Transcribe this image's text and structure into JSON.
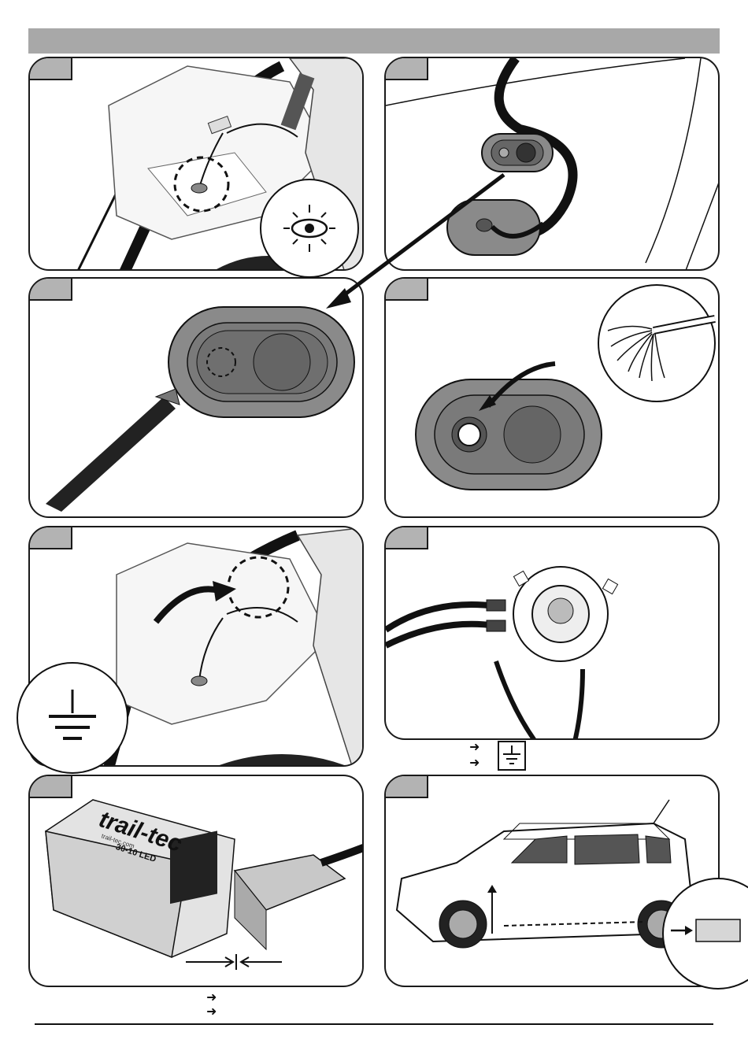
{
  "steps": {
    "s1": "",
    "s2": "",
    "s3": "",
    "s4": "",
    "s5": "",
    "s6": "",
    "s7": "",
    "s8": ""
  },
  "module": {
    "brand": "trail-tec",
    "model": "30-10 LED",
    "website": "trail-tec.com"
  },
  "car_callout_box": "",
  "icons": [
    "eye-icon",
    "ground-symbol-icon",
    "arrow-icon",
    "cutter-knife-icon"
  ],
  "colors": {
    "header_gray": "#a8a8a8",
    "tab_gray": "#b3b3b3",
    "grommet_gray": "#8a8a8a"
  }
}
